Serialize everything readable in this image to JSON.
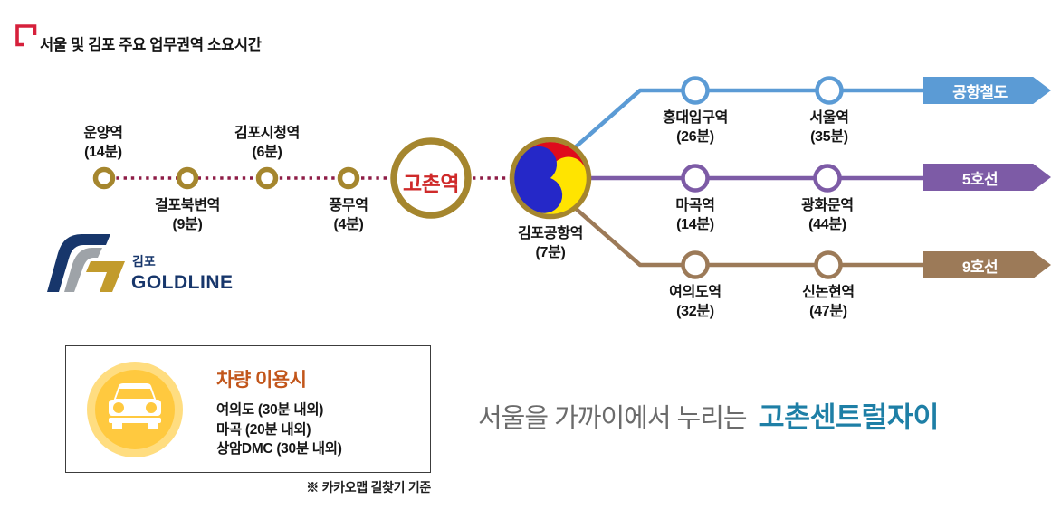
{
  "header": {
    "title": "서울 및 김포 주요 업무권역 소요시간"
  },
  "goldline": {
    "name_kr": "김포",
    "name_en": "GOLDLINE",
    "stations": [
      {
        "name": "운양역",
        "time": "(14분)",
        "label_position": "above"
      },
      {
        "name": "걸포북변역",
        "time": "(9분)",
        "label_position": "below"
      },
      {
        "name": "김포시청역",
        "time": "(6분)",
        "label_position": "above"
      },
      {
        "name": "풍무역",
        "time": "(4분)",
        "label_position": "below"
      }
    ],
    "hub_station": {
      "name": "고촌역"
    },
    "transfer_station": {
      "name": "김포공항역",
      "time": "(7분)"
    }
  },
  "branches": [
    {
      "line": "공항철도",
      "color": "#5B9BD5",
      "stations": [
        {
          "name": "홍대입구역",
          "time": "(26분)"
        },
        {
          "name": "서울역",
          "time": "(35분)"
        }
      ]
    },
    {
      "line": "5호선",
      "color": "#7D5BA6",
      "stations": [
        {
          "name": "마곡역",
          "time": "(14분)"
        },
        {
          "name": "광화문역",
          "time": "(44분)"
        }
      ]
    },
    {
      "line": "9호선",
      "color": "#9C7A58",
      "stations": [
        {
          "name": "여의도역",
          "time": "(32분)"
        },
        {
          "name": "신논현역",
          "time": "(47분)"
        }
      ]
    }
  ],
  "car_info": {
    "title": "차량 이용시",
    "items": [
      "여의도 (30분 내외)",
      "마곡 (20분 내외)",
      "상암DMC (30분 내외)"
    ],
    "note": "※ 카카오맵 길찾기 기준"
  },
  "slogan": {
    "prefix": "서울을 가까이에서 누리는",
    "brand": "고촌센트럴자이"
  },
  "colors": {
    "goldline_ring": "#A5862E",
    "route_dotted": "#8E1D47",
    "hub_text_red": "#CF2A2A",
    "airport_rail_blue": "#5B9BD5",
    "line5_purple": "#7D5BA6",
    "line9_brown": "#9C7A58",
    "taegeuk_red": "#DF0B1C",
    "taegeuk_blue": "#2528C8",
    "taegeuk_yellow": "#FFE400",
    "car_title_orange": "#C2561B",
    "car_circle_yellow": "#FFC93F",
    "brand_teal": "#1E7FA6",
    "logo_navy": "#17366B",
    "logo_gray": "#9EA3A8",
    "logo_gold": "#C29B2C",
    "title_bracket_red": "#D6203B"
  }
}
